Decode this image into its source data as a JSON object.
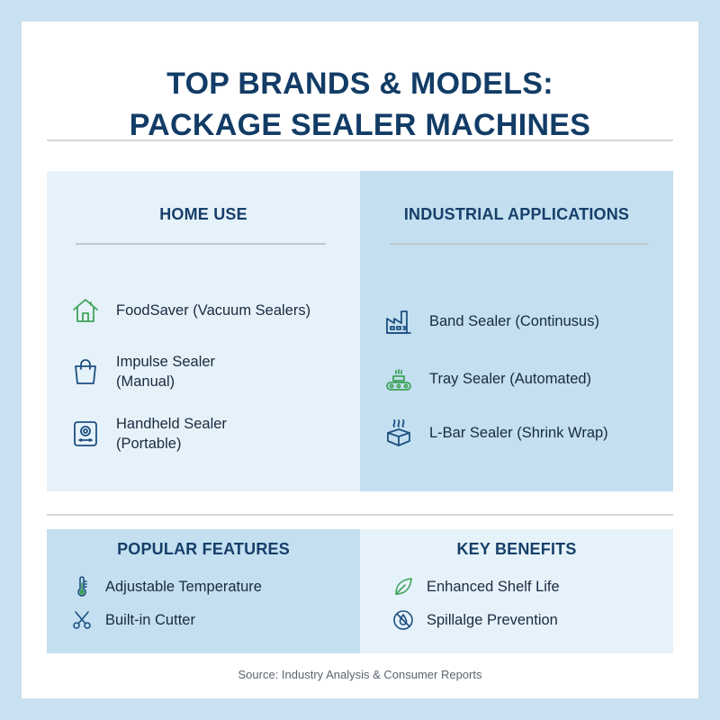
{
  "title": {
    "line1": "TOP BRANDS & MODELS:",
    "line2": "PACKAGE SEALER MACHINES"
  },
  "home_use": {
    "heading": "HOME USE",
    "items": [
      {
        "icon": "house-icon",
        "line1": "FoodSaver (Vacuum Sealers)",
        "line2": ""
      },
      {
        "icon": "shopping-bag-icon",
        "line1": "Impulse Sealer",
        "line2": "(Manual)"
      },
      {
        "icon": "handheld-sealer-icon",
        "line1": "Handheld Sealer",
        "line2": "(Portable)"
      }
    ]
  },
  "industrial": {
    "heading": "INDUSTRIAL APPLICATIONS",
    "items": [
      {
        "icon": "factory-icon",
        "label": "Band Sealer (Continusus)"
      },
      {
        "icon": "conveyor-icon",
        "label": "Tray Sealer (Automated)"
      },
      {
        "icon": "heated-box-icon",
        "label": "L-Bar Sealer (Shrink Wrap)"
      }
    ]
  },
  "features": {
    "heading": "POPULAR FEATURES",
    "items": [
      {
        "icon": "thermometer-icon",
        "label": "Adjustable Temperature"
      },
      {
        "icon": "scissors-icon",
        "label": "Built-in Cutter"
      }
    ]
  },
  "benefits": {
    "heading": "KEY BENEFITS",
    "items": [
      {
        "icon": "leaf-icon",
        "label": "Enhanced Shelf Life"
      },
      {
        "icon": "no-drop-icon",
        "label": "Spillalge Prevention"
      }
    ]
  },
  "source": "Source: Industry Analysis & Consumer Reports",
  "colors": {
    "background": "#c9e1f0",
    "title": "#123c66",
    "panel_light": "#e6f2fa",
    "panel_dark": "#c3dff0",
    "icon_green": "#3fa35a",
    "icon_blue": "#1d4f80"
  }
}
